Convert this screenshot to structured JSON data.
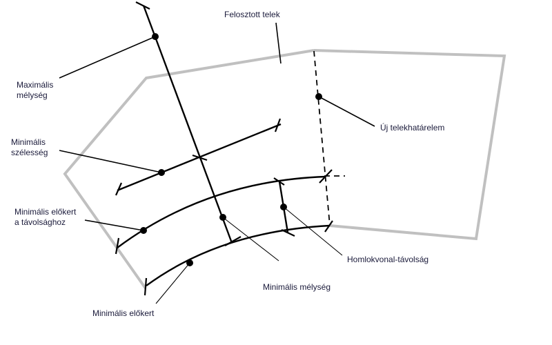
{
  "diagram": {
    "title": "Telekfelosztási paraméterek",
    "labels": {
      "felosztott_telek": "Felosztott telek",
      "maximalis_melyseg_1": "Maximális",
      "maximalis_melyseg_2": "mélység",
      "minimalis_szelesseg_1": "Minimális",
      "minimalis_szelesseg_2": "szélesség",
      "minimalis_elokert_tav_1": "Minimális előkert",
      "minimalis_elokert_tav_2": "a távolsághoz",
      "minimalis_elokert": "Minimális előkert",
      "minimalis_melyseg": "Minimális mélység",
      "homlokvonal_tavolsag": "Homlokvonal-távolság",
      "uj_telekhatarelem": "Új telekhatárelem"
    },
    "colors": {
      "parcel_outline": "#c0c0c0",
      "dimension_lines": "#000000",
      "label_text": "#1a1a3a"
    }
  }
}
